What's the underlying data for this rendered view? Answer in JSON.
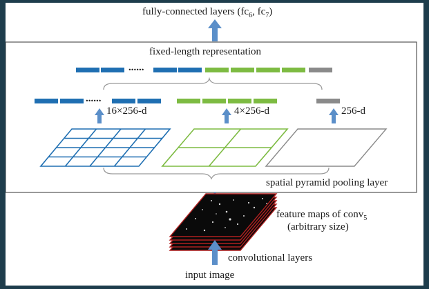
{
  "labels": {
    "fc_main": "fully-connected layers (fc",
    "fc_sub1": "6",
    "fc_mid": ", fc",
    "fc_sub2": "7",
    "fc_end": ")",
    "fixed_length": "fixed-length representation",
    "dots": "......",
    "dim_fine": "16×256-d",
    "dim_mid": "4×256-d",
    "dim_coarse": "256-d",
    "spp_layer": "spatial pyramid pooling layer",
    "feature_maps_main": "feature maps of conv",
    "feature_maps_sub": "5",
    "arbitrary_size": "(arbitrary size)",
    "conv_layers": "convolutional layers",
    "input_image": "input image"
  },
  "colors": {
    "blue": "#1f6fb2",
    "green": "#7dbb42",
    "gray": "#8a8a8a",
    "arrow": "#5b8fc9",
    "feature_map_border": "#b02020",
    "page_background": "#1e3d4c",
    "frame": "#555555"
  }
}
